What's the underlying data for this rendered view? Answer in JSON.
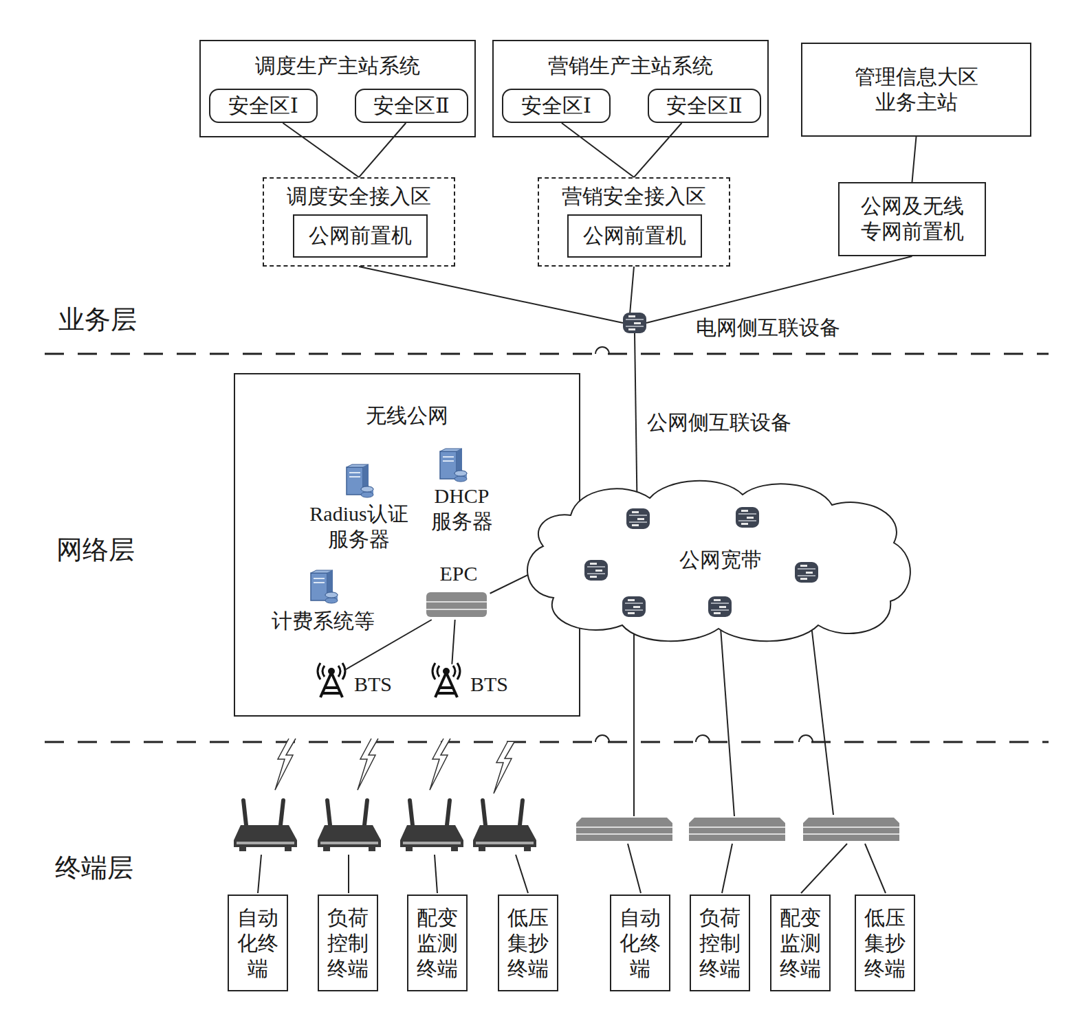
{
  "diagram": {
    "nodes": [
      {
        "text": [
          "调度生产主站系统"
        ]
      },
      {
        "text": [
          "安全区Ⅰ"
        ],
        "in": 0
      },
      {
        "text": [
          "安全区Ⅱ"
        ],
        "in": 0
      },
      {
        "text": [
          "营销生产主站系统"
        ]
      },
      {
        "text": [
          "安全区Ⅰ"
        ],
        "in": 3
      },
      {
        "text": [
          "安全区Ⅱ"
        ],
        "in": 3
      },
      {
        "text": [
          "管理信息大区 业务主站"
        ]
      },
      {
        "text": [
          "调度安全接入区"
        ]
      },
      {
        "text": [
          "公网前置机"
        ],
        "in": 7
      },
      {
        "text": [
          "营销安全接入区"
        ]
      },
      {
        "text": [
          "公网前置机"
        ],
        "in": 9
      },
      {
        "text": [
          "公网及无线 专网前置机"
        ]
      },
      {
        "text": [
          "电网侧互联设备"
        ]
      },
      {
        "text": [
          "无线公网"
        ]
      },
      {
        "text": [
          "Radius认证 服务器"
        ],
        "in": 13
      },
      {
        "text": [
          "DHCP 服务器"
        ],
        "in": 13
      },
      {
        "text": [
          "计费系统等"
        ],
        "in": 13
      },
      {
        "text": [
          "EPC"
        ],
        "in": 13
      },
      {
        "text": [
          "BTS"
        ],
        "in": 13
      },
      {
        "text": [
          "BTS"
        ],
        "in": 13
      },
      {
        "text": [
          "公网宽带"
        ]
      },
      {
        "text": [
          "自动化终端"
        ]
      },
      {
        "text": [
          "负荷控制终端"
        ]
      },
      {
        "text": [
          "配变监测终端"
        ]
      },
      {
        "text": [
          "低压集抄终端"
        ]
      },
      {
        "text": [
          "自动化终端"
        ]
      },
      {
        "text": [
          "负荷控制终端"
        ]
      },
      {
        "text": [
          "配变监测终端"
        ]
      },
      {
        "text": [
          "低压集抄终端"
        ]
      }
    ],
    "edges": [
      {
        "from": 1,
        "to": 7,
        "arrow": "none"
      },
      {
        "from": 2,
        "to": 7,
        "arrow": "none"
      },
      {
        "from": 4,
        "to": 9,
        "arrow": "none"
      },
      {
        "from": 5,
        "to": 9,
        "arrow": "none"
      },
      {
        "from": 6,
        "to": 11,
        "arrow": "none"
      },
      {
        "from": 7,
        "to": 12,
        "arrow": "none"
      },
      {
        "from": 9,
        "to": 12,
        "arrow": "none"
      },
      {
        "from": 11,
        "to": 12,
        "arrow": "none"
      },
      {
        "from": 12,
        "to": 20,
        "label": "公网侧互联设备",
        "arrow": "none"
      },
      {
        "from": 17,
        "to": 20,
        "arrow": "none"
      },
      {
        "from": 18,
        "to": 17,
        "arrow": "none"
      },
      {
        "from": 19,
        "to": 17,
        "arrow": "none"
      }
    ],
    "labels": [
      "业务层",
      "网络层",
      "终端层"
    ]
  }
}
